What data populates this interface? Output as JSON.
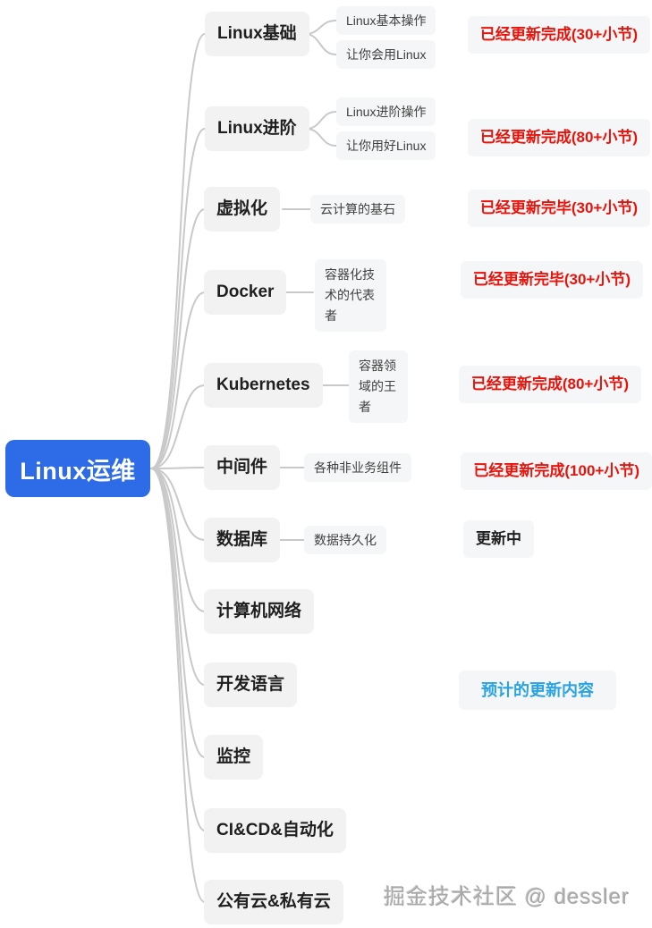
{
  "root": {
    "label": "Linux运维"
  },
  "branches": [
    {
      "label": "Linux基础",
      "children": [
        "Linux基本操作",
        "让你会用Linux"
      ],
      "status": "已经更新完成(30+小节)"
    },
    {
      "label": "Linux进阶",
      "children": [
        "Linux进阶操作",
        "让你用好Linux"
      ],
      "status": "已经更新完成(80+小节)"
    },
    {
      "label": "虚拟化",
      "children": [
        "云计算的基石"
      ],
      "status": "已经更新完毕(30+小节)"
    },
    {
      "label": "Docker",
      "children": [
        "容器化技术的代表者"
      ],
      "status": "已经更新完毕(30+小节)"
    },
    {
      "label": "Kubernetes",
      "children": [
        "容器领域的王者"
      ],
      "status": "已经更新完成(80+小节)"
    },
    {
      "label": "中间件",
      "children": [
        "各种非业务组件"
      ],
      "status": "已经更新完成(100+小节)"
    },
    {
      "label": "数据库",
      "children": [
        "数据持久化"
      ],
      "status": "更新中"
    },
    {
      "label": "计算机网络",
      "children": []
    },
    {
      "label": "开发语言",
      "children": []
    },
    {
      "label": "监控",
      "children": []
    },
    {
      "label": "CI&CD&自动化",
      "children": []
    },
    {
      "label": "公有云&私有云",
      "children": []
    }
  ],
  "planned_note": "预计的更新内容",
  "watermark": "掘金技术社区 @ dessler",
  "colors": {
    "root_bg": "#2e6be6",
    "status_red": "#e8140c",
    "planned_blue": "#29a3e3",
    "node_bg": "#f2f2f3",
    "node_bg_light": "#f5f6f7",
    "line": "#c9c9c9",
    "text_dark": "#1f1f1f",
    "text_mid": "#404040",
    "watermark_gray": "#a8a8a8"
  }
}
